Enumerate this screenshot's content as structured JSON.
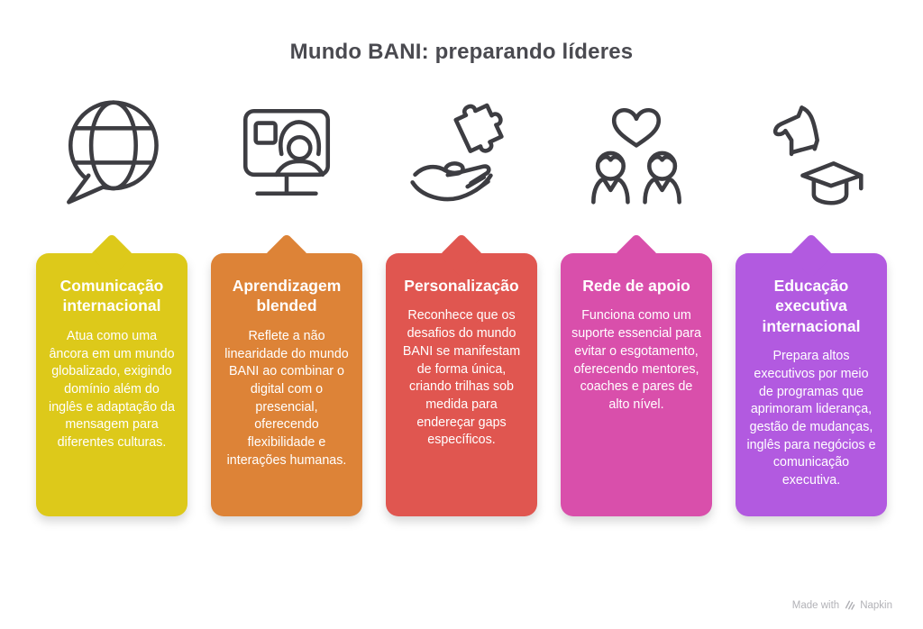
{
  "page": {
    "title": "Mundo BANI: preparando líderes",
    "title_color": "#4a4a50",
    "background": "#ffffff",
    "icon_stroke_color": "#3d3d42"
  },
  "cards": [
    {
      "icon": "globe-chat-icon",
      "color": "#ddc91a",
      "title": "Comunicação internacional",
      "body": "Atua como uma âncora em um mundo globalizado, exigindo domínio além do inglês e adaptação da mensagem para diferentes culturas."
    },
    {
      "icon": "video-call-icon",
      "color": "#dd8337",
      "title": "Aprendizagem blended",
      "body": "Reflete a não linearidade do mundo BANI ao combinar o digital com o presencial, oferecendo flexibilidade e interações humanas."
    },
    {
      "icon": "hand-puzzle-icon",
      "color": "#e05650",
      "title": "Personalização",
      "body": "Reconhece que os desafios do mundo BANI se manifestam de forma única, criando trilhas sob medida para endereçar gaps específicos."
    },
    {
      "icon": "people-heart-icon",
      "color": "#d94fab",
      "title": "Rede de apoio",
      "body": "Funciona como um suporte essencial para evitar o esgotamento, oferecendo mentores, coaches e pares de alto nível."
    },
    {
      "icon": "knight-graduation-icon",
      "color": "#b25ae0",
      "title": "Educação executiva internacional",
      "body": "Prepara altos executivos por meio de programas que aprimoram liderança, gestão de mudanças, inglês para negócios e comunicação executiva."
    }
  ],
  "watermark": {
    "text": "Made with",
    "brand": "Napkin",
    "color": "#b2b2b7"
  }
}
